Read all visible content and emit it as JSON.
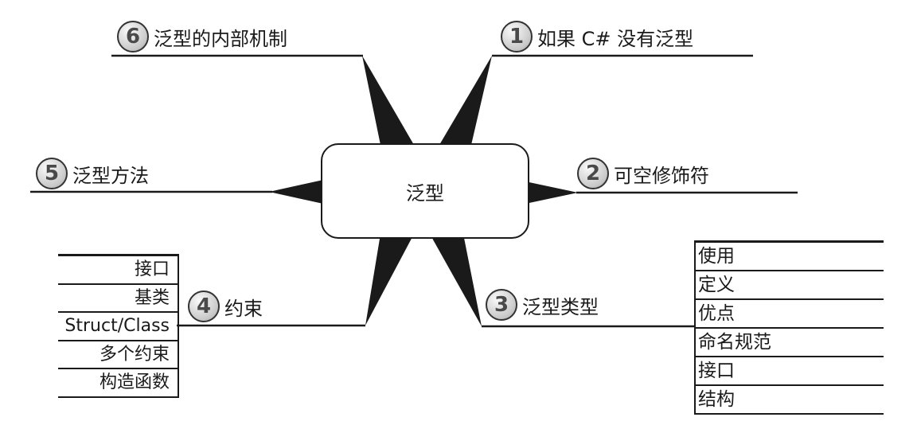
{
  "center": {
    "label": "泛型"
  },
  "branches": [
    {
      "number": "1",
      "label": "如果 C# 没有泛型"
    },
    {
      "number": "2",
      "label": "可空修饰符"
    },
    {
      "number": "3",
      "label": "泛型类型",
      "children": [
        "使用",
        "定义",
        "优点",
        "命名规范",
        "接口",
        "结构"
      ]
    },
    {
      "number": "4",
      "label": "约束",
      "children": [
        "接口",
        "基类",
        "Struct/Class",
        "多个约束",
        "构造函数"
      ]
    },
    {
      "number": "5",
      "label": "泛型方法"
    },
    {
      "number": "6",
      "label": "泛型的内部机制"
    }
  ]
}
